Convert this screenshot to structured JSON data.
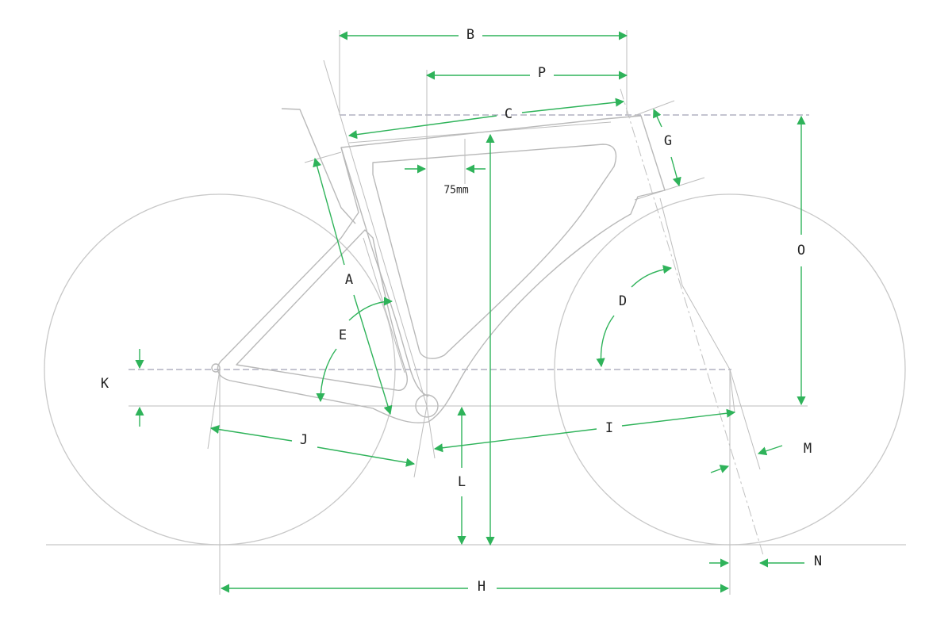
{
  "colors": {
    "dimension": "#2fb35a",
    "frame": "#b9b9b9",
    "label": "#222222"
  },
  "labels": {
    "A": "A",
    "B": "B",
    "C": "C",
    "D": "D",
    "E": "E",
    "G": "G",
    "H": "H",
    "I": "I",
    "J": "J",
    "K": "K",
    "L": "L",
    "M": "M",
    "N": "N",
    "O": "O",
    "P": "P",
    "mm75": "75mm"
  }
}
